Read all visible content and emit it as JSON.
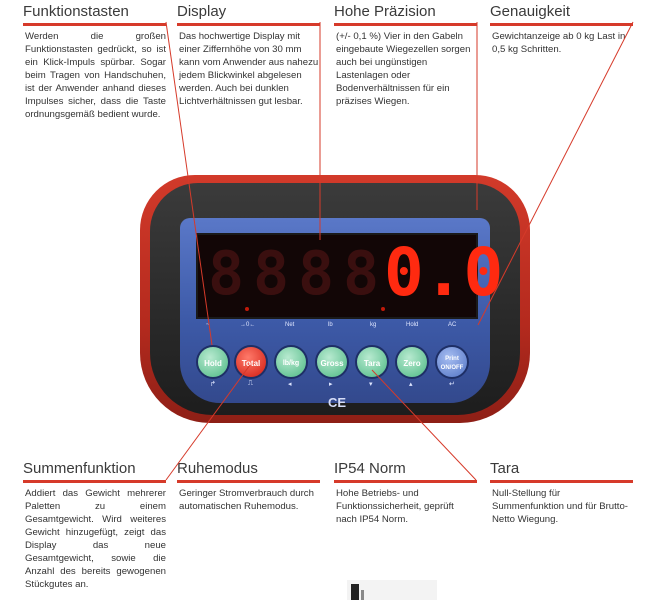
{
  "features": [
    {
      "title": "Funktionstasten",
      "desc": "Werden die großen Funktionstasten gedrückt, so ist ein Klick-Impuls spürbar. Sogar beim Tragen von Handschuhen, ist der Anwender anhand dieses Impulses sicher, dass die Taste ordnungsgemäß bedient wurde."
    },
    {
      "title": "Display",
      "desc": "Das hochwertige Display mit einer Ziffernhöhe von 30 mm kann vom Anwender aus nahezu jedem Blickwinkel abgelesen werden. Auch bei dunklen Lichtverhältnissen gut lesbar."
    },
    {
      "title": "Hohe Präzision",
      "desc": "(+/- 0,1 %) Vier in den Gabeln eingebaute Wiegezellen sorgen auch bei ungünstigen Lastenlagen oder Bodenverhältnissen für ein präzises Wiegen."
    },
    {
      "title": "Genauigkeit",
      "desc": "Gewichtanzeige ab 0 kg Last in 0,5 kg Schritten."
    },
    {
      "title": "Summenfunktion",
      "desc": "Addiert das Gewicht mehrerer Paletten zu einem Gesamtgewicht. Wird weiteres Gewicht hinzugefügt, zeigt das Display das neue Gesamtgewicht, sowie die Anzahl des bereits gewogenen Stückgutes an."
    },
    {
      "title": "Ruhemodus",
      "desc": "Geringer Stromverbrauch durch automatischen Ruhemodus."
    },
    {
      "title": "IP54 Norm",
      "desc": "Hohe Betriebs- und Funktionssicherheit, geprüft nach IP54 Norm."
    },
    {
      "title": "Tara",
      "desc": "Null-Stellung für Summenfunktion und für Brutto-Netto Wiegung."
    }
  ],
  "display": {
    "reading": "0.0",
    "indicators": [
      "~",
      "→0←",
      "Net",
      "lb",
      "kg",
      "Hold",
      "AC"
    ]
  },
  "buttons": [
    {
      "label": "Hold",
      "color": "green",
      "sub": "↱"
    },
    {
      "label": "Total",
      "color": "red",
      "sub": "⎍"
    },
    {
      "label": "lb/kg",
      "color": "green",
      "sub": "◂"
    },
    {
      "label": "Gross",
      "color": "green",
      "sub": "▸"
    },
    {
      "label": "Tara",
      "color": "green",
      "sub": "▾"
    },
    {
      "label": "Zero",
      "color": "green",
      "sub": "▴"
    },
    {
      "label": "Print ON/OFF",
      "color": "blue",
      "sub": "↵"
    }
  ],
  "ce_mark": "CE",
  "colors": {
    "accent": "#d63a2a",
    "panel": "#4664b4",
    "led": "#ff2a10"
  }
}
